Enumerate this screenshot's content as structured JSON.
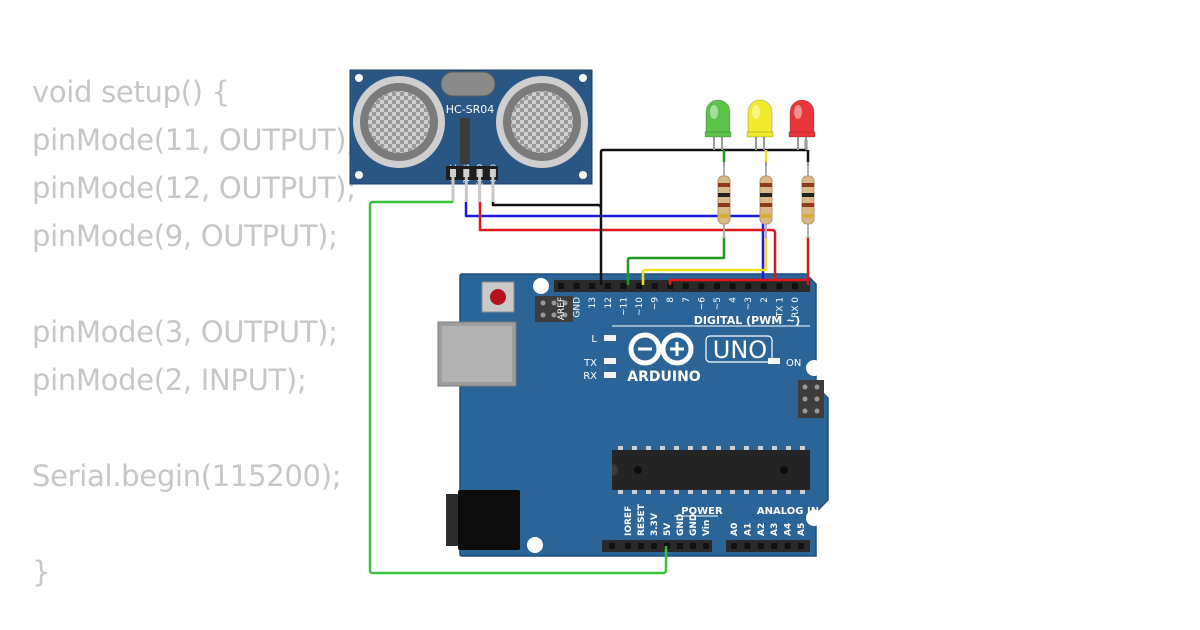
{
  "code": {
    "lines": [
      "void setup() {",
      "pinMode(11, OUTPUT);",
      "pinMode(12, OUTPUT);",
      "pinMode(9, OUTPUT);",
      "",
      "pinMode(3, OUTPUT);",
      "pinMode(2, INPUT);",
      "",
      "Serial.begin(115200);",
      "",
      "}"
    ]
  },
  "sensor": {
    "model": "HC-SR04",
    "pins": [
      "VCC",
      "TRIG",
      "ECHO",
      "GND"
    ]
  },
  "leds": [
    {
      "color_name": "green",
      "color": "#5cc24a"
    },
    {
      "color_name": "yellow",
      "color": "#f2ea2c"
    },
    {
      "color_name": "red",
      "color": "#e8363a"
    }
  ],
  "board": {
    "brand": "ARDUINO",
    "model": "UNO",
    "digital_header_label": "DIGITAL (PWM ~)",
    "digital_pins": [
      "AREF",
      "GND",
      "13",
      "12",
      "~11",
      "~10",
      "~9",
      "8",
      "7",
      "~6",
      "~5",
      "4",
      "~3",
      "2",
      "TX 1",
      "RX 0"
    ],
    "led_l": "L",
    "led_tx": "TX",
    "led_rx": "RX",
    "led_on": "ON",
    "power_header_label": "POWER",
    "power_pins": [
      "IOREF",
      "RESET",
      "3.3V",
      "5V",
      "GND",
      "GND",
      "Vin"
    ],
    "analog_header_label": "ANALOG IN",
    "analog_pins": [
      "A0",
      "A1",
      "A2",
      "A3",
      "A4",
      "A5"
    ]
  },
  "wire_colors": {
    "vcc": "#39c23a",
    "trig": "#1a1ae0",
    "echo": "#e0161b",
    "gnd": "#111111",
    "green_led": "#1f9a1f",
    "yellow_led": "#f0e020",
    "red_led": "#e0161b"
  }
}
